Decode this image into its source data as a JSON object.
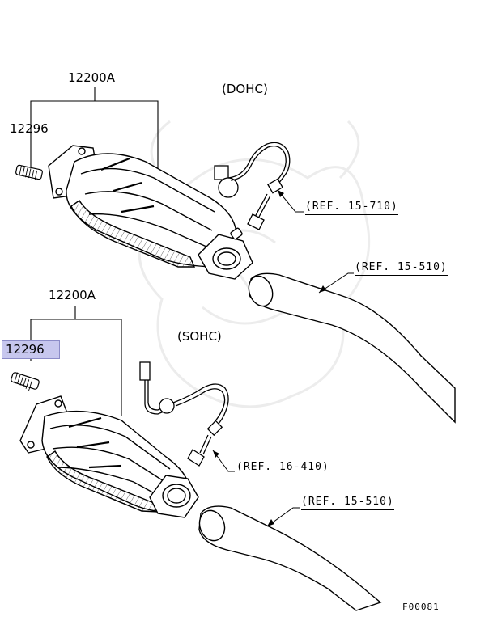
{
  "diagram": {
    "dohc": {
      "variant_label": "(DOHC)",
      "converter_part": "12200A",
      "stud_part": "12296",
      "sensor_ref": "(REF. 15-710)",
      "pipe_ref": "(REF. 15-510)"
    },
    "sohc": {
      "variant_label": "(SOHC)",
      "converter_part": "12200A",
      "stud_part": "12296",
      "sensor_ref": "(REF. 16-410)",
      "pipe_ref": "(REF. 15-510)"
    },
    "figure_code": "F00081",
    "highlight_color": "#c7c7ee"
  }
}
